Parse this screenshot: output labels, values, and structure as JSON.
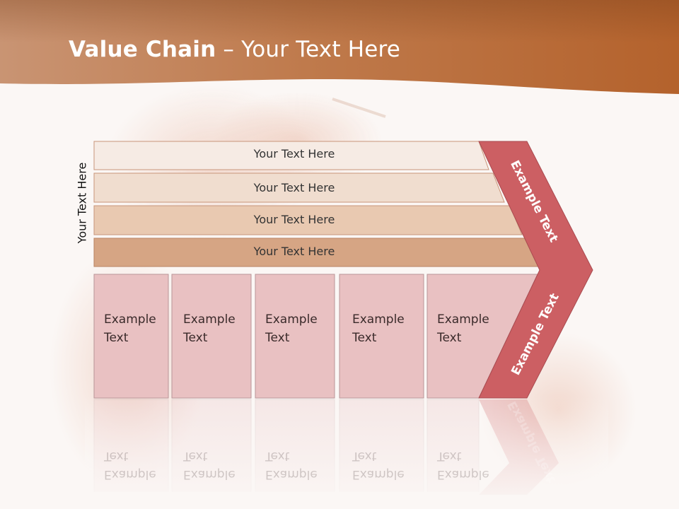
{
  "title": {
    "bold": "Value Chain",
    "rest": " – Your Text Here"
  },
  "side_label": "Your Text Here",
  "support_rows": [
    {
      "label": "Your Text Here"
    },
    {
      "label": "Your Text Here"
    },
    {
      "label": "Your Text Here"
    },
    {
      "label": "Your Text Here"
    }
  ],
  "primary_boxes": [
    {
      "label": "Example\nText"
    },
    {
      "label": "Example\nText"
    },
    {
      "label": "Example\nText"
    },
    {
      "label": "Example\nText"
    },
    {
      "label": "Example\nText"
    }
  ],
  "arrow": {
    "upper_label": "Example Text",
    "lower_label": "Example Text"
  },
  "colors": {
    "header": "#b96d3c",
    "row_fills": [
      "#f6ebe4",
      "#f0ddcf",
      "#e9c9b1",
      "#d6a584"
    ],
    "box_fill": "#e9c1c2",
    "arrow_fill": "#cc5f63"
  }
}
